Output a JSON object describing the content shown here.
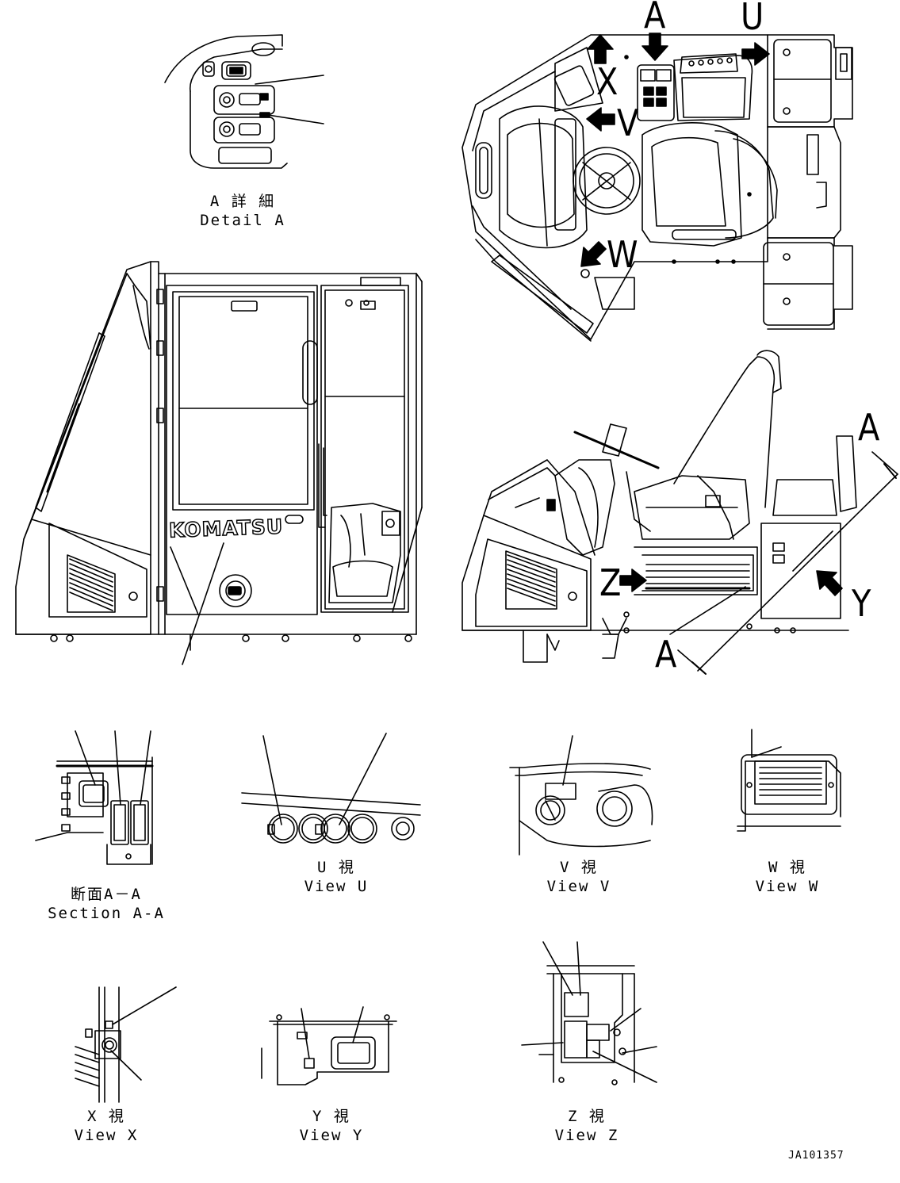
{
  "captions": {
    "detail_a": {
      "jp": "A 詳 細",
      "en": "Detail A"
    },
    "section_aa": {
      "jp": "断面A－A",
      "en": "Section A-A"
    },
    "view_u": {
      "jp": "U 視",
      "en": "View U"
    },
    "view_v": {
      "jp": "V 視",
      "en": "View V"
    },
    "view_w": {
      "jp": "W 視",
      "en": "View W"
    },
    "view_x": {
      "jp": "X 視",
      "en": "View X"
    },
    "view_y": {
      "jp": "Y 視",
      "en": "View Y"
    },
    "view_z": {
      "jp": "Z 視",
      "en": "View Z"
    }
  },
  "view_markers": {
    "a_top": "A",
    "u": "U",
    "x": "X",
    "v": "V",
    "w": "W",
    "a_side_top": "A",
    "a_side_bottom": "A",
    "z": "Z",
    "y": "Y"
  },
  "brand_text": "KOMATSU",
  "drawing_code": "JA101357",
  "colors": {
    "ink": "#000000",
    "paper": "#ffffff"
  }
}
